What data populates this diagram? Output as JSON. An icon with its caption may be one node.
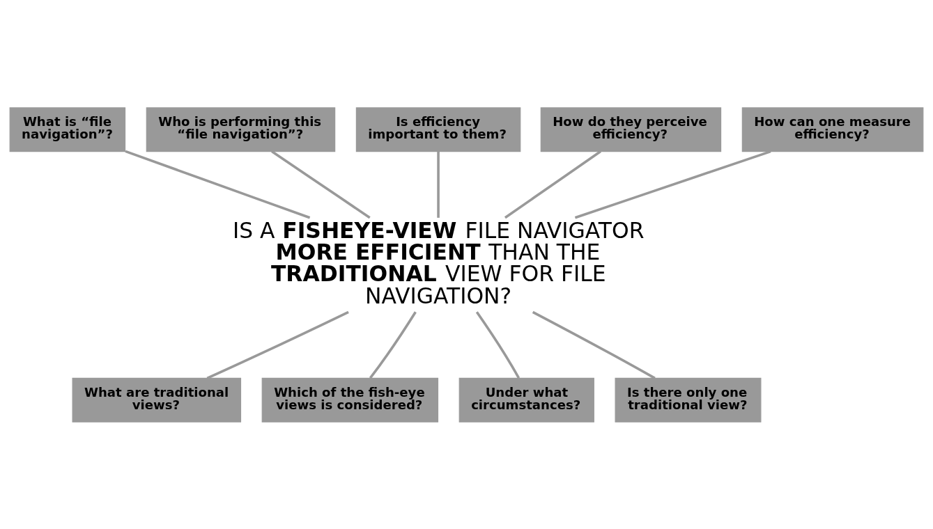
{
  "diagram": {
    "nodes": [
      {
        "text": [
          "What is “file navigation”?"
        ]
      },
      {
        "text": [
          "Who is performing this “file navigation”?"
        ]
      },
      {
        "text": [
          "Is efficiency important to them?"
        ]
      },
      {
        "text": [
          "How do they perceive efficiency?"
        ]
      },
      {
        "text": [
          "How can one measure efficiency?"
        ]
      },
      {
        "text": [
          "IS A **FISHEYE-VIEW** FILE NAVIGATOR **MORE EFFICIENT** THAN THE **TRADITIONAL** VIEW FOR FILE NAVIGATION?"
        ]
      },
      {
        "text": [
          "What are traditional views?"
        ]
      },
      {
        "text": [
          "Which of the fish-eye views is considered?"
        ]
      },
      {
        "text": [
          "Under what circumstances?"
        ]
      },
      {
        "text": [
          "Is there only one traditional view?"
        ]
      }
    ],
    "edges": [
      {
        "from": 0,
        "to": 5,
        "arrow": "none"
      },
      {
        "from": 1,
        "to": 5,
        "arrow": "none"
      },
      {
        "from": 2,
        "to": 5,
        "arrow": "none"
      },
      {
        "from": 3,
        "to": 5,
        "arrow": "none"
      },
      {
        "from": 4,
        "to": 5,
        "arrow": "none"
      },
      {
        "from": 6,
        "to": 5,
        "arrow": "none"
      },
      {
        "from": 7,
        "to": 5,
        "arrow": "none"
      },
      {
        "from": 8,
        "to": 5,
        "arrow": "none"
      },
      {
        "from": 9,
        "to": 5,
        "arrow": "none"
      }
    ]
  }
}
